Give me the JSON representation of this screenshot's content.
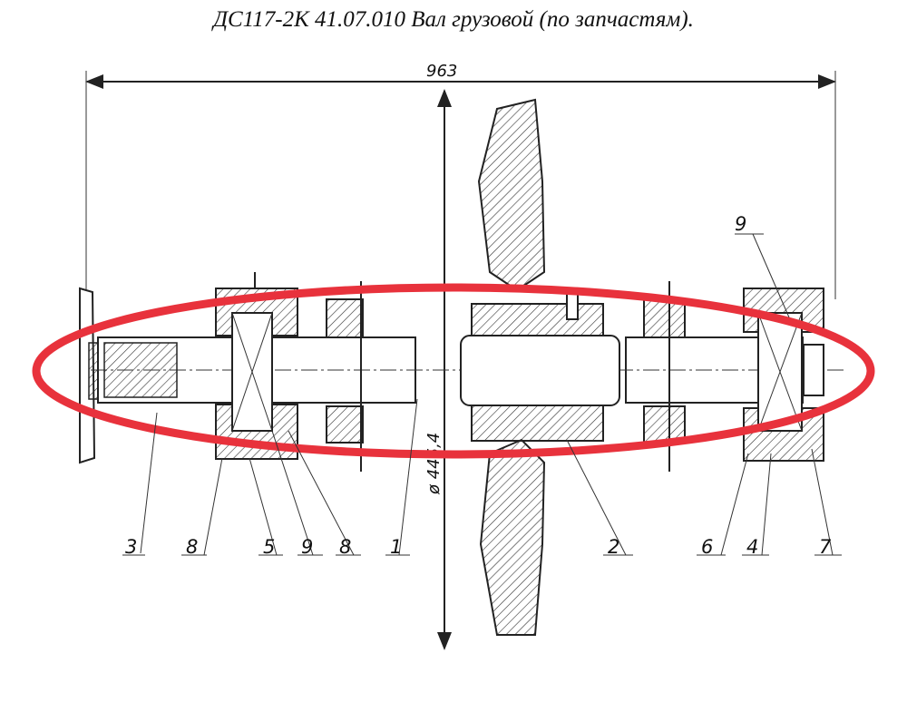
{
  "title": "ДС117-2К 41.07.010 Вал грузовой (по запчастям).",
  "dimensions": {
    "overall_length": "963",
    "diameter": "ø 445,4"
  },
  "part_labels": {
    "p3": "3",
    "p8a": "8",
    "p5": "5",
    "p9a": "9",
    "p8b": "8",
    "p1": "1",
    "p2": "2",
    "p6": "6",
    "p4": "4",
    "p7": "7",
    "p9b": "9"
  },
  "colors": {
    "highlight": "#e8323c",
    "lines": "#222222",
    "hatch": "#333333"
  }
}
